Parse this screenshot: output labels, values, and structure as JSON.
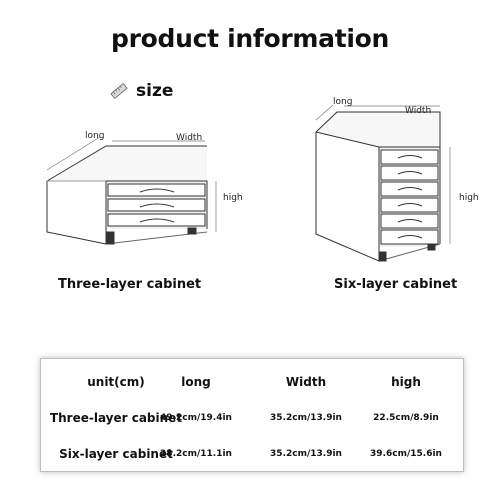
{
  "title": "product information",
  "size_section": {
    "label": "size",
    "icon": "ruler-icon"
  },
  "three_layer": {
    "dims": {
      "long": "long",
      "width": "Width",
      "high": "high"
    },
    "caption": "Three-layer cabinet"
  },
  "six_layer": {
    "dims": {
      "long": "long",
      "width": "Width",
      "high": "high"
    },
    "caption": "Six-layer cabinet"
  },
  "table": {
    "headers": [
      "unit(cm)",
      "long",
      "Width",
      "high"
    ],
    "rows": [
      {
        "name": "Three-layer cabinet",
        "long": "49.2cm/19.4in",
        "width": "35.2cm/13.9in",
        "high": "22.5cm/8.9in"
      },
      {
        "name": "Six-layer cabinet",
        "long": "28.2cm/11.1in",
        "width": "35.2cm/13.9in",
        "high": "39.6cm/15.6in"
      }
    ]
  }
}
